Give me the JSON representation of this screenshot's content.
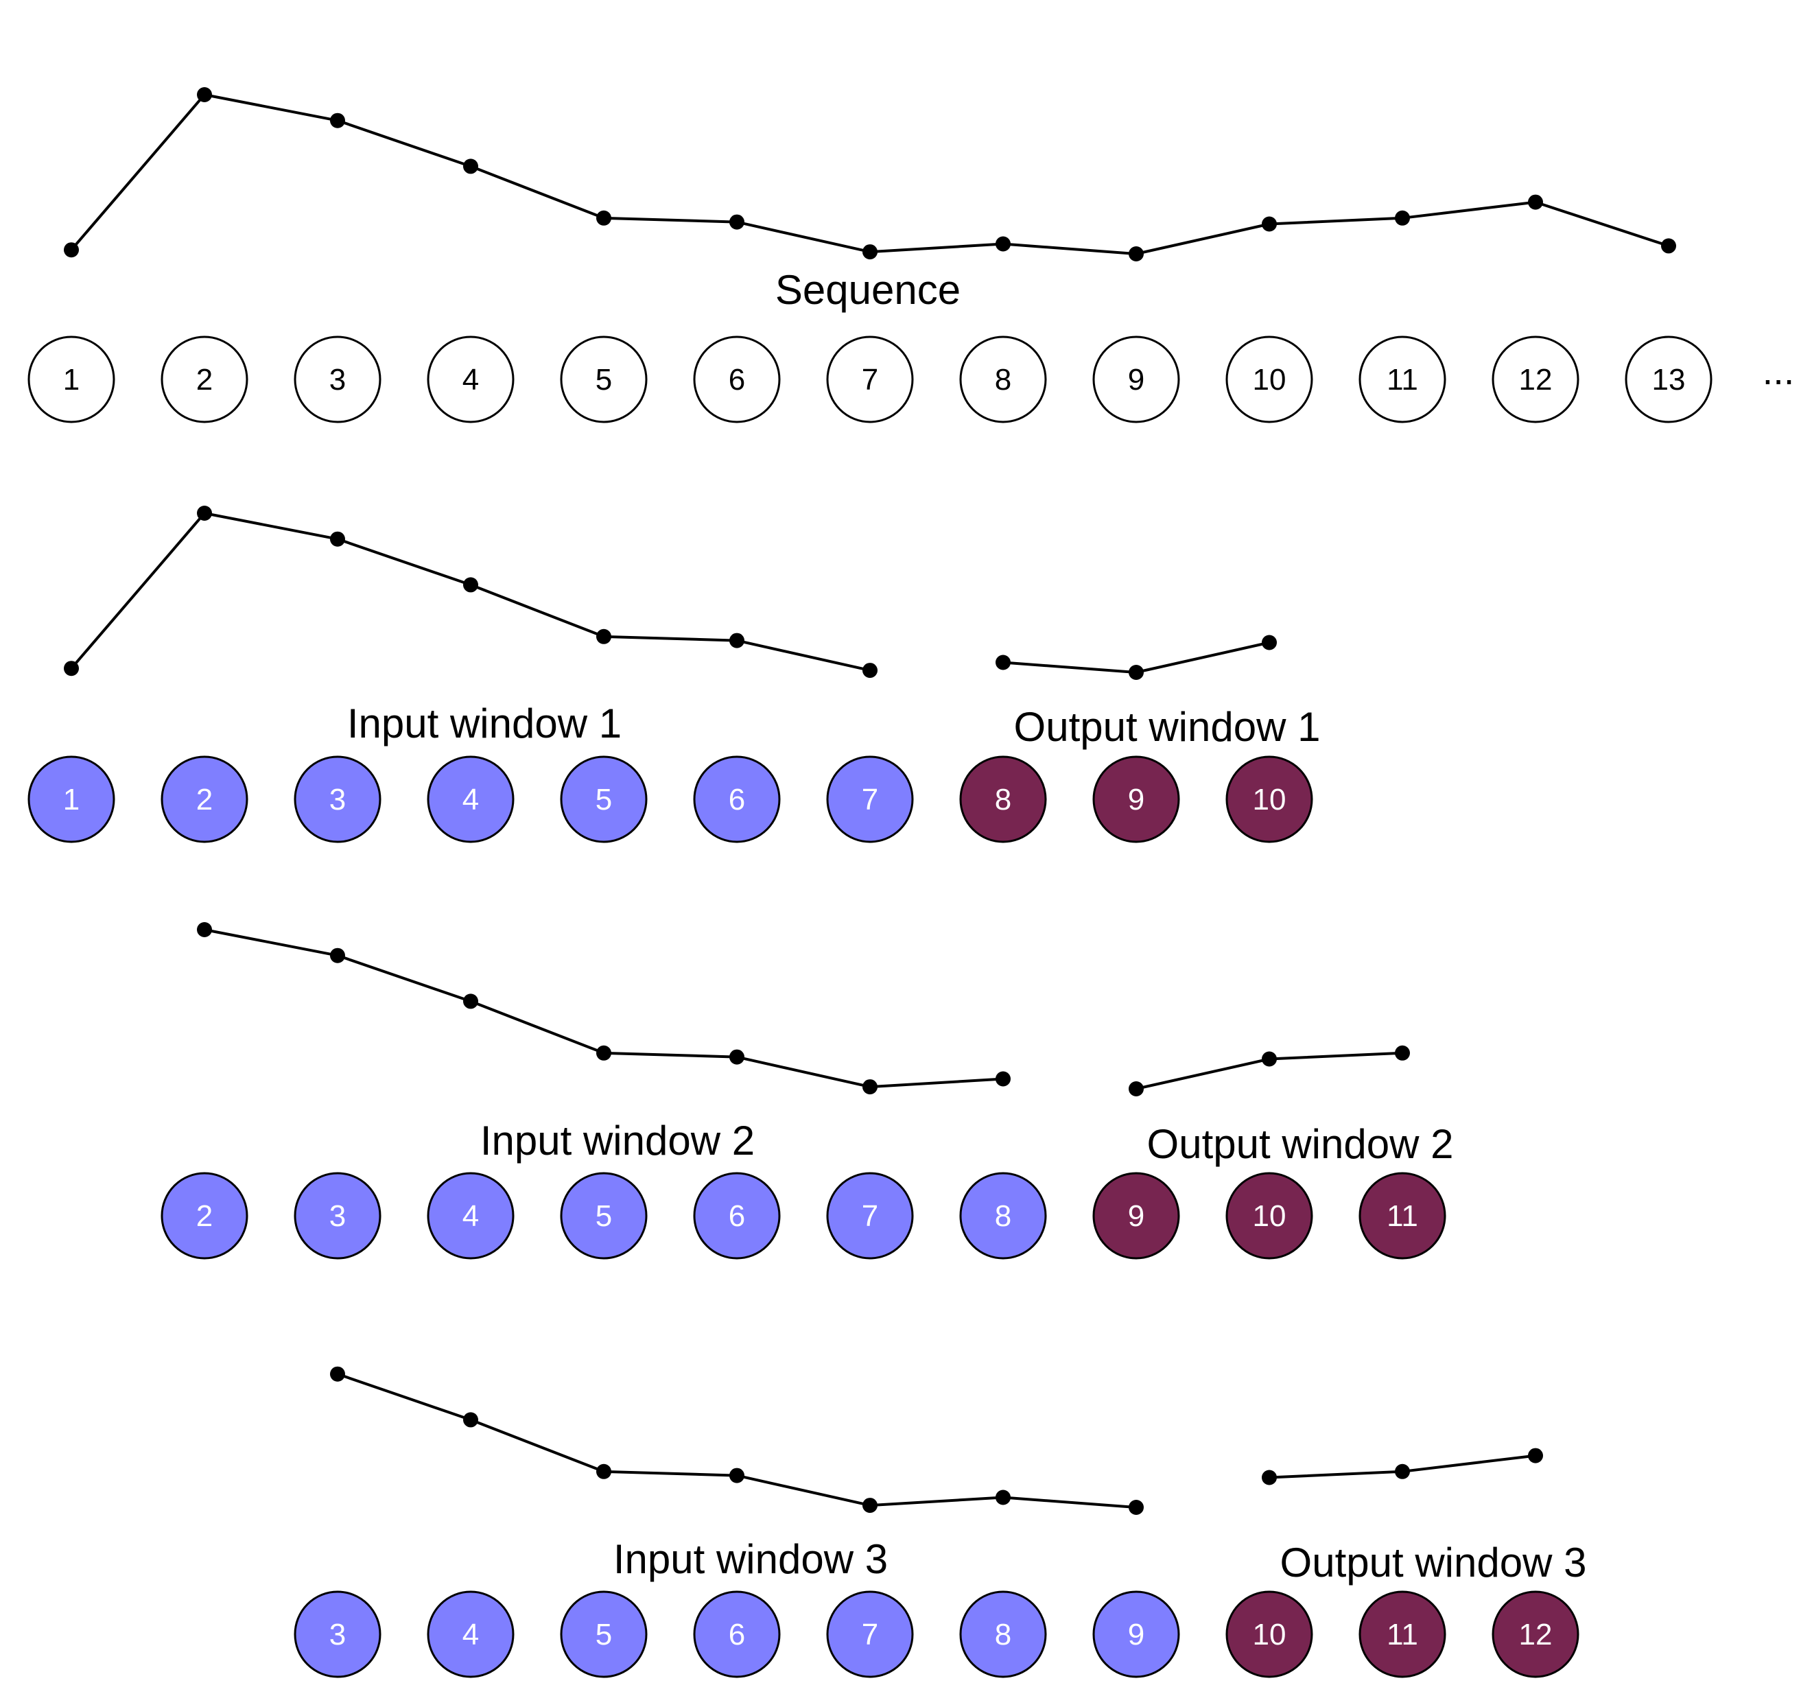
{
  "colors": {
    "empty_fill": "#ffffff",
    "input_fill": "#7f7fff",
    "output_fill": "#772550",
    "line": "#000000"
  },
  "sequence": {
    "label": "Sequence",
    "values": [
      0.22,
      1.0,
      0.87,
      0.64,
      0.38,
      0.36,
      0.21,
      0.25,
      0.2,
      0.35,
      0.38,
      0.46,
      0.24
    ],
    "indices": [
      1,
      2,
      3,
      4,
      5,
      6,
      7,
      8,
      9,
      10,
      11,
      12,
      13
    ],
    "ellipsis": "..."
  },
  "windows": [
    {
      "input_label": "Input window 1",
      "output_label": "Output window 1",
      "input": [
        1,
        2,
        3,
        4,
        5,
        6,
        7
      ],
      "output": [
        8,
        9,
        10
      ]
    },
    {
      "input_label": "Input window 2",
      "output_label": "Output window 2",
      "input": [
        2,
        3,
        4,
        5,
        6,
        7,
        8
      ],
      "output": [
        9,
        10,
        11
      ]
    },
    {
      "input_label": "Input window 3",
      "output_label": "Output window 3",
      "input": [
        3,
        4,
        5,
        6,
        7,
        8,
        9
      ],
      "output": [
        10,
        11,
        12
      ]
    }
  ]
}
